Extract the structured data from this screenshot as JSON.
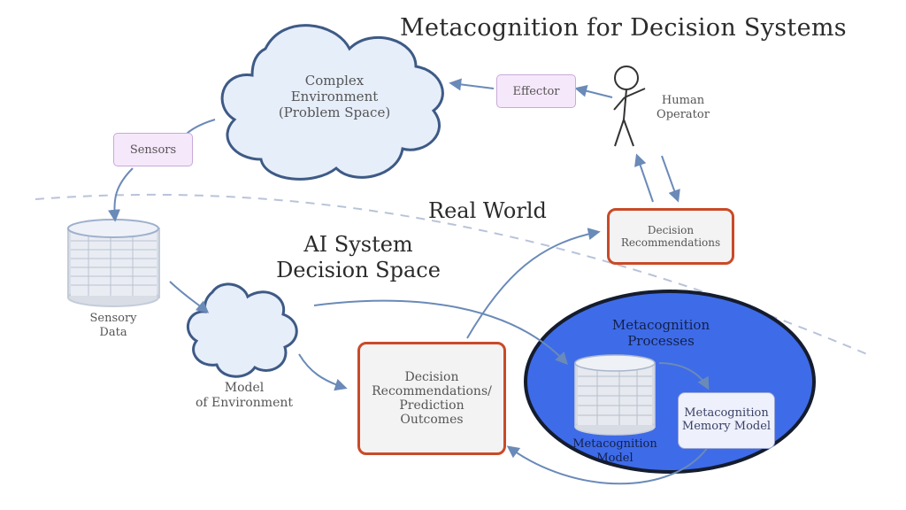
{
  "title": "Metacognition for Decision Systems",
  "real_world": "Real World",
  "ai_system": [
    "AI System",
    "Decision Space"
  ],
  "environment": [
    "Complex",
    "Environment",
    "(Problem Space)"
  ],
  "effector": "Effector",
  "human": [
    "Human",
    "Operator"
  ],
  "sensors": "Sensors",
  "sensory_data": [
    "Sensory",
    "Data"
  ],
  "model_env": [
    "Model",
    "of Environment"
  ],
  "decision_top": [
    "Decision",
    "Recommendations"
  ],
  "decision_main": [
    "Decision",
    "Recommendations/",
    "Prediction",
    "Outcomes"
  ],
  "meta_processes": [
    "Metacognition",
    "Processes"
  ],
  "meta_model": [
    "Metacognition",
    "Model"
  ],
  "meta_memory": [
    "Metacognition",
    "Memory Model"
  ],
  "colors": {
    "accent_red": "#c94a28",
    "meta_blue": "#3e6be8",
    "box_purple": "#f6e8fb",
    "arrow": "#6a8ab8"
  }
}
